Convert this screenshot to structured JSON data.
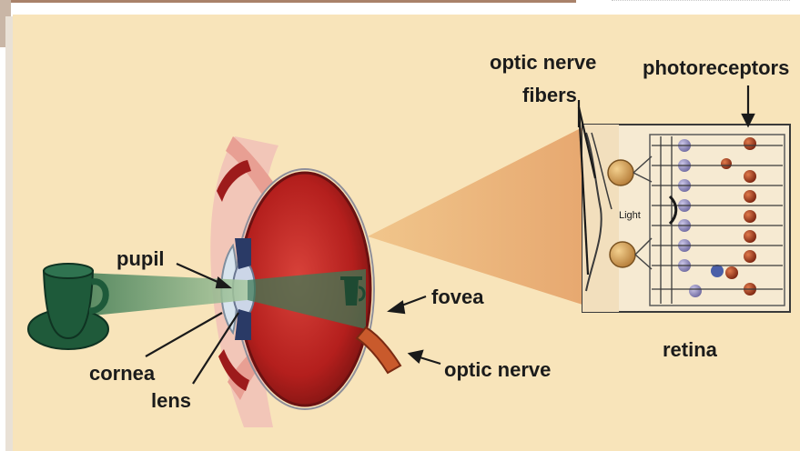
{
  "labels": {
    "optic_nerve_fibers_line1": "optic nerve",
    "optic_nerve_fibers_line2": "fibers",
    "photoreceptors": "photoreceptors",
    "light": "Light",
    "pupil": "pupil",
    "fovea": "fovea",
    "cornea": "cornea",
    "lens": "lens",
    "optic_nerve": "optic nerve",
    "retina": "retina"
  },
  "colors": {
    "background": "#f8e4ba",
    "eyeball": "#b7201f",
    "light_beam": "#2e6b49",
    "retina_cone": "#e8b07a",
    "cup": "#1e5a3a",
    "nerve_cell": "#d4a25c",
    "rod": "#8b86b8",
    "cone_cell": "#9a3b22"
  }
}
